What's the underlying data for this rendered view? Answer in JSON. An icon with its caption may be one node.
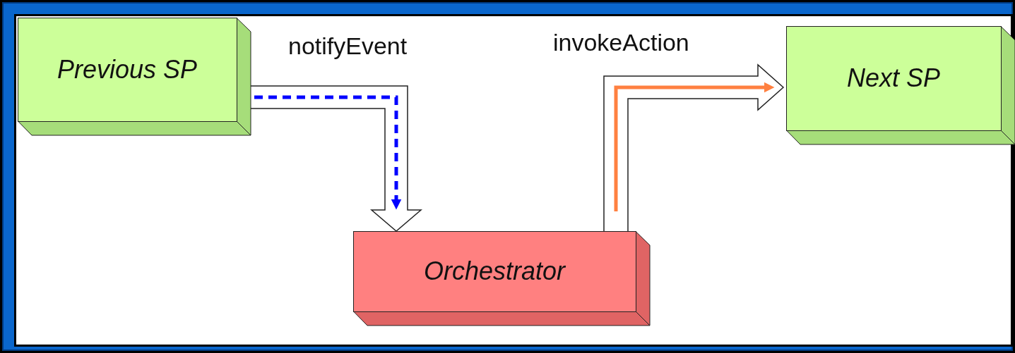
{
  "diagram": {
    "nodes": [
      {
        "text": [
          "Previous SP"
        ]
      },
      {
        "text": [
          "Orchestrator"
        ]
      },
      {
        "text": [
          "Next SP"
        ]
      }
    ],
    "edges": [
      {
        "from": 0,
        "to": 1,
        "arrow": "to",
        "label": "notifyEvent",
        "style": "dashed",
        "color": "#0000ff"
      },
      {
        "from": 1,
        "to": 2,
        "arrow": "to",
        "label": "invokeAction",
        "color": "#ff8040"
      }
    ]
  }
}
